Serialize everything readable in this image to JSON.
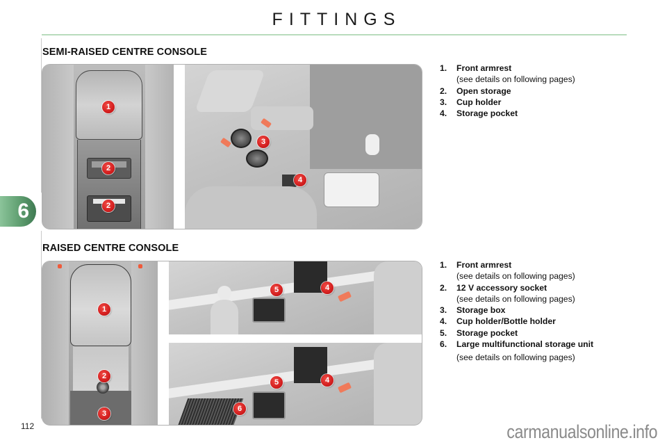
{
  "header": {
    "title": "FITTINGS",
    "rule_color": "#b8dcbc"
  },
  "chapter_tab": {
    "number": "6",
    "color": "#5f9e70"
  },
  "sections": [
    {
      "heading": "SEMI-RAISED CENTRE CONSOLE",
      "images": [
        {
          "alt": "Top view of semi-raised centre console",
          "callouts": [
            "1",
            "2",
            "2"
          ]
        },
        {
          "alt": "Perspective view of semi-raised centre console",
          "callouts": [
            "3",
            "4"
          ]
        }
      ],
      "legend": [
        {
          "num": "1.",
          "label": "Front armrest",
          "note": "(see details on following pages)"
        },
        {
          "num": "2.",
          "label": "Open storage"
        },
        {
          "num": "3.",
          "label": "Cup holder"
        },
        {
          "num": "4.",
          "label": "Storage pocket"
        }
      ]
    },
    {
      "heading": "RAISED CENTRE CONSOLE",
      "images": [
        {
          "alt": "Top view of raised centre console",
          "callouts": [
            "1",
            "2",
            "3"
          ]
        },
        {
          "alt": "Perspective view of raised centre console, variant A",
          "callouts": [
            "5",
            "4"
          ]
        },
        {
          "alt": "Perspective view of raised centre console, variant B",
          "callouts": [
            "5",
            "4",
            "6"
          ]
        }
      ],
      "legend": [
        {
          "num": "1.",
          "label": "Front armrest",
          "note": "(see details on following pages)"
        },
        {
          "num": "2.",
          "label": "12 V accessory socket",
          "note": "(see details on following pages)"
        },
        {
          "num": "3.",
          "label": "Storage box"
        },
        {
          "num": "4.",
          "label": "Cup holder/Bottle holder"
        },
        {
          "num": "5.",
          "label": "Storage pocket"
        },
        {
          "num": "6.",
          "label": "Large multifunctional storage unit",
          "note": "(see details on following pages)"
        }
      ]
    }
  ],
  "footer": {
    "page_number": "112",
    "watermark": "carmanualsonline.info"
  },
  "colors": {
    "callout_red": "#d41f1f"
  }
}
